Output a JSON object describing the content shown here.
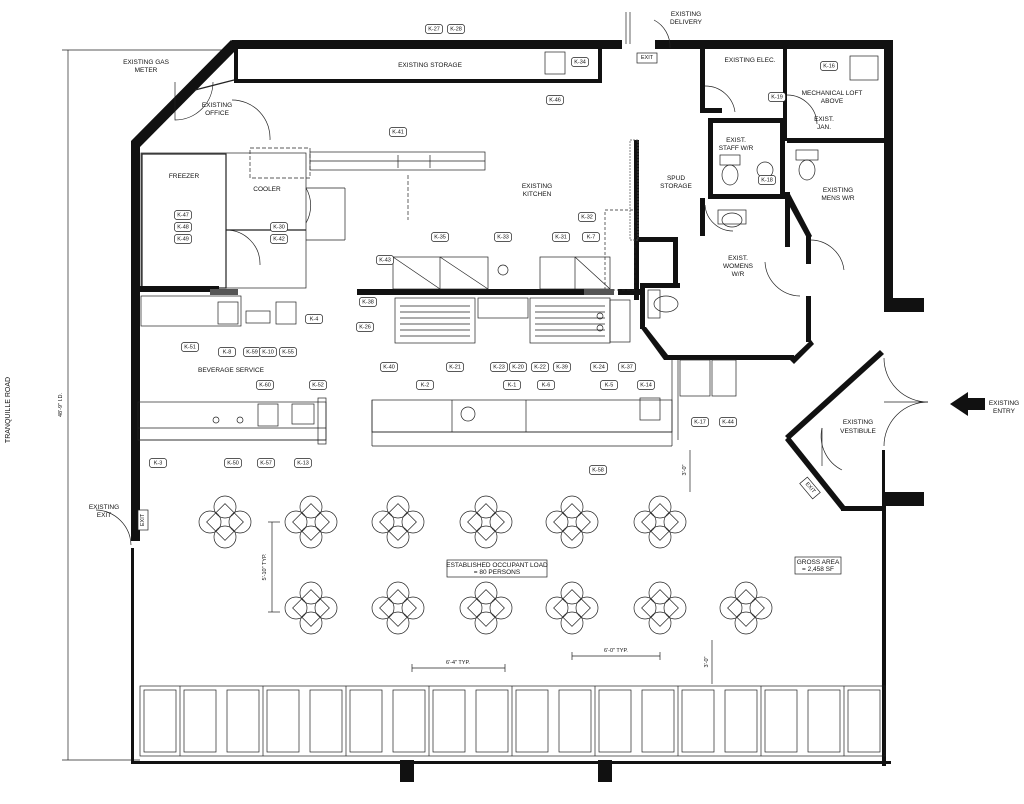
{
  "street": "TRANQUILLE ROAD",
  "dimension_left": "48'-9\" I.D.",
  "rooms": {
    "gas_meter": [
      "EXISTING GAS",
      "METER"
    ],
    "office": [
      "EXISTING",
      "OFFICE"
    ],
    "storage": "EXISTING STORAGE",
    "delivery": [
      "EXISTING",
      "DELIVERY"
    ],
    "exit_top": "EXIT",
    "elec": "EXISTING ELEC.",
    "mech": [
      "MECHANICAL LOFT",
      "ABOVE"
    ],
    "jan": [
      "EXIST.",
      "JAN."
    ],
    "freezer": "FREEZER",
    "cooler": "COOLER",
    "kitchen": [
      "EXISTING",
      "KITCHEN"
    ],
    "spud": [
      "SPUD",
      "STORAGE"
    ],
    "staff_wr": [
      "EXIST.",
      "STAFF W/R"
    ],
    "mens_wr": [
      "EXISTING",
      "MENS W/R"
    ],
    "womens_wr": [
      "EXIST.",
      "WOMENS",
      "W/R"
    ],
    "beverage": "BEVERAGE SERVICE",
    "vestibule": [
      "EXISTING",
      "VESTIBULE"
    ],
    "entry": [
      "EXISTING",
      "ENTRY"
    ],
    "exit_right": "EXIT",
    "existing_exit": [
      "EXISTING",
      "EXIT"
    ],
    "exit_left": "EXIT"
  },
  "occupant_load": [
    "ESTABLISHED OCCUPANT LOAD",
    "= 80 PERSONS"
  ],
  "gross_area": [
    "GROSS AREA",
    "= 2,458 SF"
  ],
  "dimensions": {
    "typ_5_10": "5'-10\" TYP.",
    "typ_6_4": "6'-4\" TYP.",
    "typ_6_0": "6'-0\" TYP.",
    "d_3_0a": "3'-0\"",
    "d_3_0b": "3'-0\""
  },
  "equipment_tags": [
    "K-27",
    "K-28",
    "K-34",
    "K-46",
    "K-16",
    "K-19",
    "K-18",
    "K-41",
    "K-47",
    "K-48",
    "K-49",
    "K-30",
    "K-42",
    "K-32",
    "K-35",
    "K-33",
    "K-31",
    "K-7",
    "K-43",
    "K-38",
    "K-26",
    "K-4",
    "K-51",
    "K-8",
    "K-59",
    "K-10",
    "K-55",
    "K-40",
    "K-21",
    "K-23",
    "K-20",
    "K-22",
    "K-39",
    "K-24",
    "K-37",
    "K-60",
    "K-52",
    "K-2",
    "K-1",
    "K-6",
    "K-5",
    "K-14",
    "K-17",
    "K-44",
    "K-3",
    "K-50",
    "K-57",
    "K-13",
    "K-58"
  ]
}
